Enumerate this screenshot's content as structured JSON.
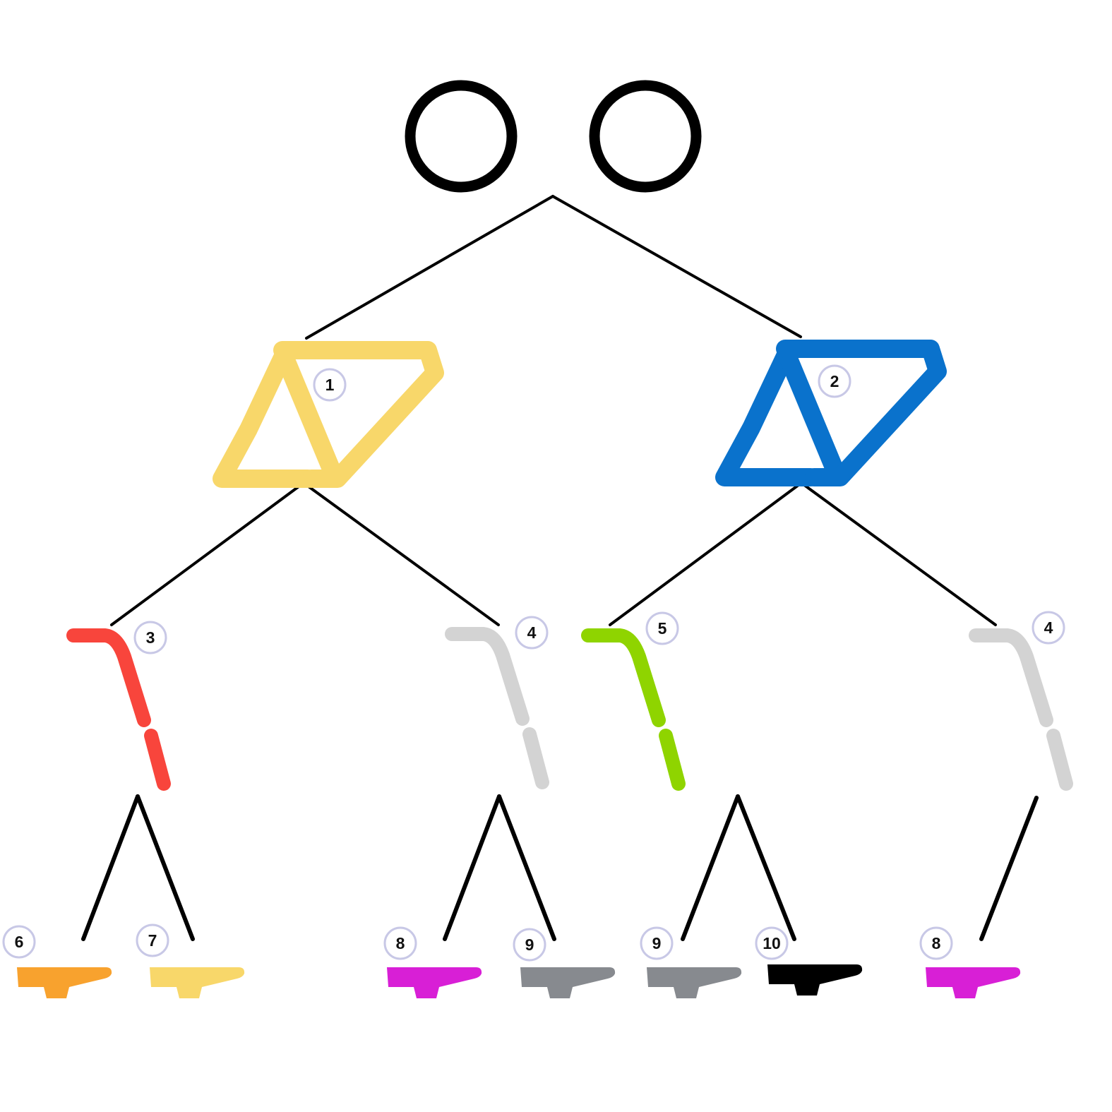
{
  "root": {
    "name": "wheels",
    "color": "#000000"
  },
  "nodes": {
    "frame_1": {
      "label": "1",
      "color": "#f8d76a"
    },
    "frame_2": {
      "label": "2",
      "color": "#0a72cc"
    },
    "fork_3": {
      "label": "3",
      "color": "#f8453c"
    },
    "fork_4a": {
      "label": "4",
      "color": "#d3d3d3"
    },
    "fork_5": {
      "label": "5",
      "color": "#8fd400"
    },
    "fork_4b": {
      "label": "4",
      "color": "#d3d3d3"
    },
    "saddle_6": {
      "label": "6",
      "color": "#f8a22e"
    },
    "saddle_7": {
      "label": "7",
      "color": "#f8d76a"
    },
    "saddle_8a": {
      "label": "8",
      "color": "#d81fd6"
    },
    "saddle_9a": {
      "label": "9",
      "color": "#878a8f"
    },
    "saddle_9b": {
      "label": "9",
      "color": "#878a8f"
    },
    "saddle_10": {
      "label": "10",
      "color": "#000000"
    },
    "saddle_8b": {
      "label": "8",
      "color": "#d81fd6"
    }
  },
  "edges": [
    [
      "root",
      "frame_1"
    ],
    [
      "root",
      "frame_2"
    ],
    [
      "frame_1",
      "fork_3"
    ],
    [
      "frame_1",
      "fork_4a"
    ],
    [
      "frame_2",
      "fork_5"
    ],
    [
      "frame_2",
      "fork_4b"
    ],
    [
      "fork_3",
      "saddle_6"
    ],
    [
      "fork_3",
      "saddle_7"
    ],
    [
      "fork_4a",
      "saddle_8a"
    ],
    [
      "fork_4a",
      "saddle_9a"
    ],
    [
      "fork_5",
      "saddle_9b"
    ],
    [
      "fork_5",
      "saddle_10"
    ],
    [
      "fork_4b",
      "saddle_8b"
    ]
  ],
  "badge_ring_color": "#c8c8e6"
}
